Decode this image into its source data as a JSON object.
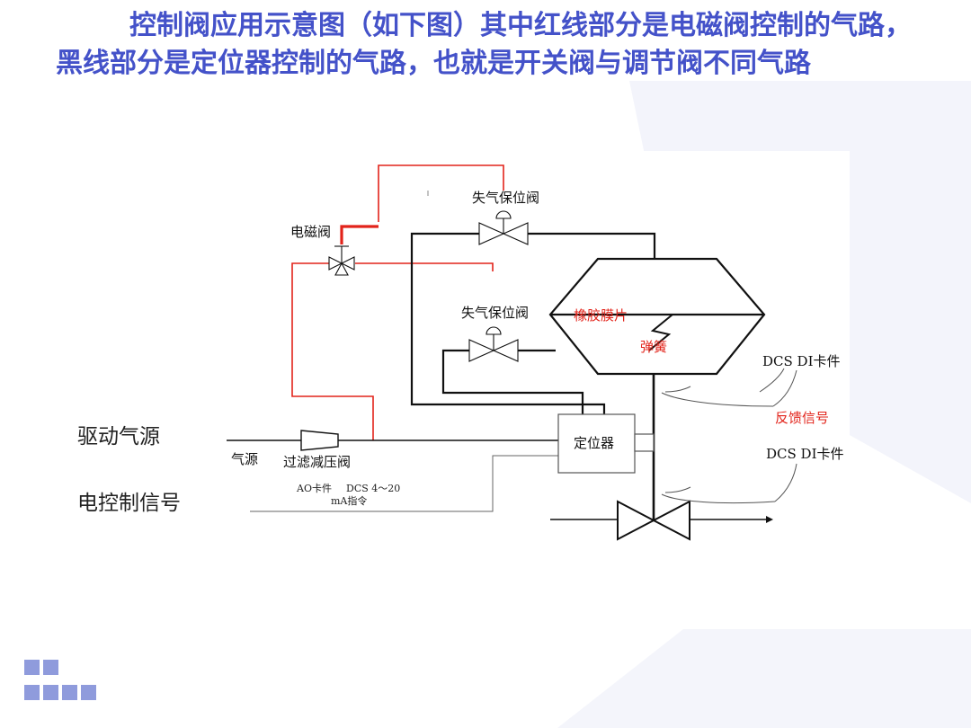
{
  "slide": {
    "title": "控制阀应用示意图（如下图）其中红线部分是电磁阀控制的气路，黑线部分是定位器控制的气路，也就是开关阀与调节阀不同气路",
    "left_labels": {
      "air_source": "驱动气源",
      "control_signal": "电控制信号"
    }
  },
  "diagram": {
    "solenoid_valve": "电磁阀",
    "fail_safe_valve_top": "失气保位阀",
    "fail_safe_valve_mid": "失气保位阀",
    "rubber_diaphragm": "橡胶膜片",
    "spring": "弹簧",
    "dcs_di_card_1": "DCS DI卡件",
    "feedback_signal": "反馈信号",
    "positioner": "定位器",
    "dcs_di_card_2": "DCS DI卡件",
    "air_source": "气源",
    "filter_regulator": "过滤减压阀",
    "ao_card": "AO卡件",
    "dcs_command_line1": "DCS 4～20",
    "dcs_command_line2": "mA指令"
  },
  "colors": {
    "title": "#4452c9",
    "red_air_path": "#e2231a",
    "black_air_path": "#111111",
    "decor_squares": "#8f9bdc"
  }
}
